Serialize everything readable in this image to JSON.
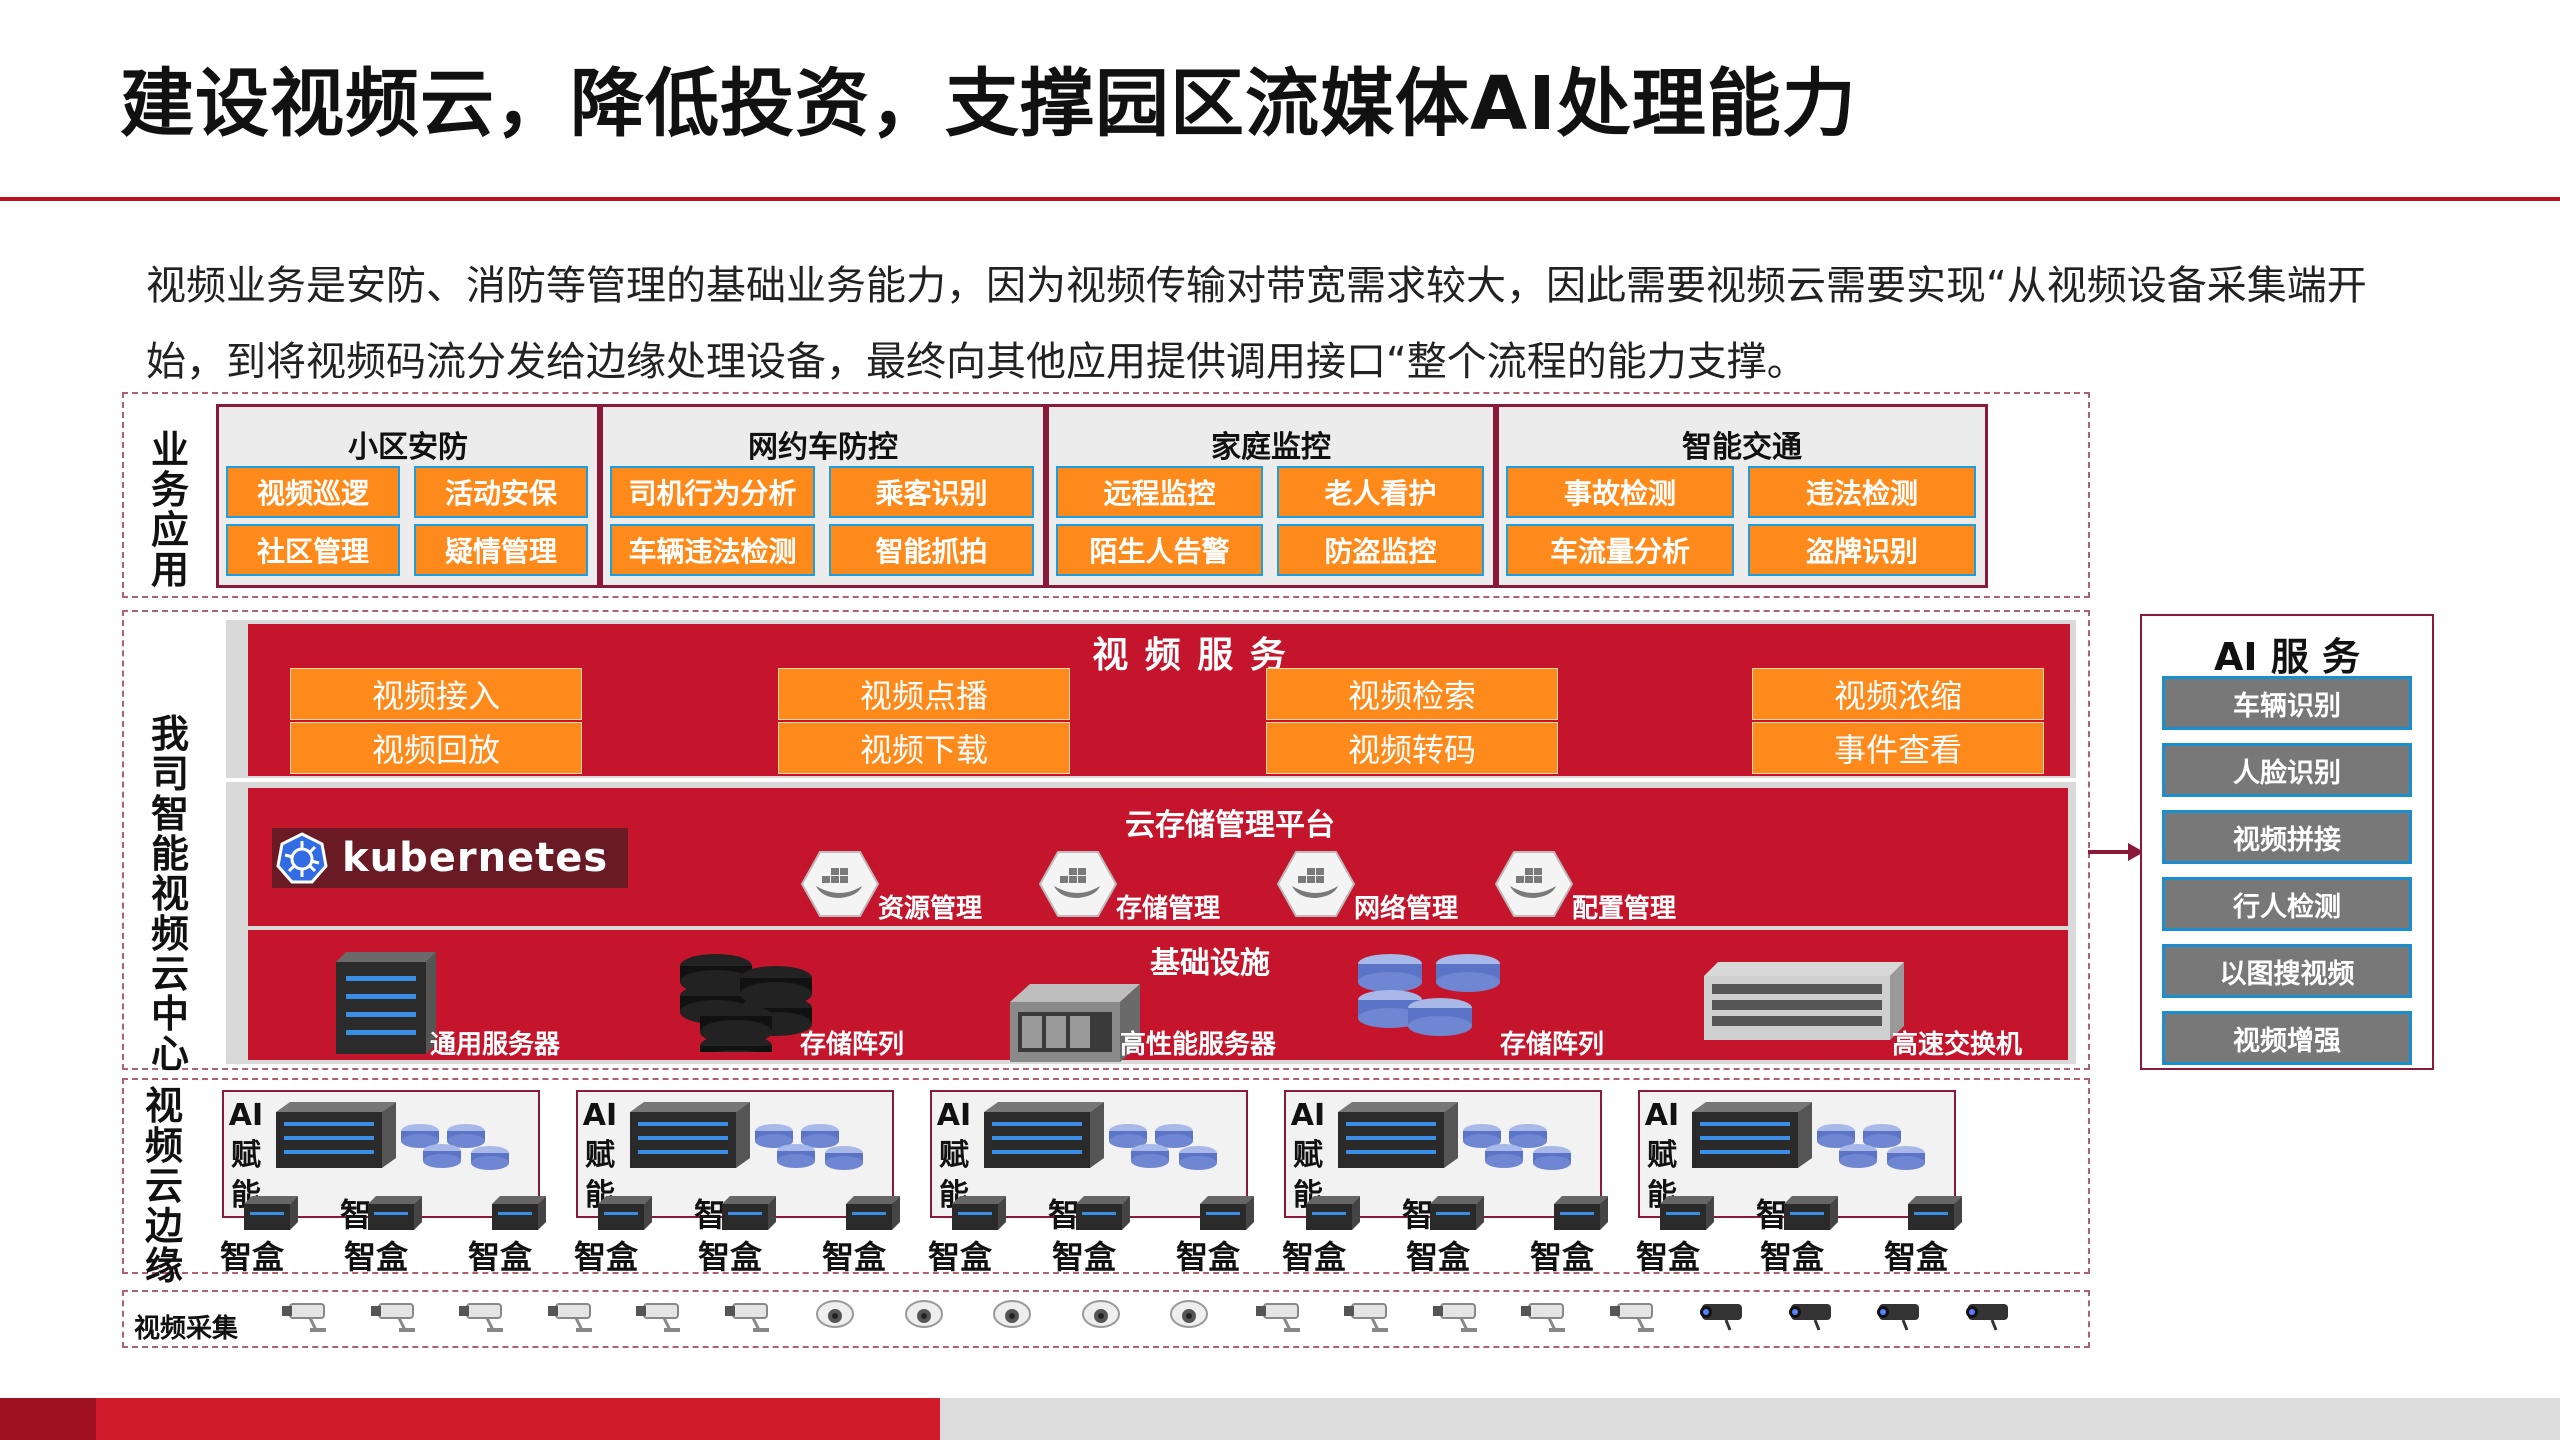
{
  "title": "建设视频云，降低投资，支撑园区流媒体AI处理能力",
  "description": "视频业务是安防、消防等管理的基础业务能力，因为视频传输对带宽需求较大，因此需要视频云需要实现“从视频设备采集端开始，到将视频码流分发给边缘处理设备，最终向其他应用提供调用接口“整个流程的能力支撑。",
  "layers": {
    "business": "业务应用",
    "center": "我司智能视频云中心",
    "edge": "视频云边缘",
    "capture": "视频采集"
  },
  "business_groups": [
    {
      "title": "小区安防",
      "items": [
        "视频巡逻",
        "活动安保",
        "社区管理",
        "疑情管理"
      ]
    },
    {
      "title": "网约车防控",
      "items": [
        "司机行为分析",
        "乘客识别",
        "车辆违法检测",
        "智能抓拍"
      ]
    },
    {
      "title": "家庭监控",
      "items": [
        "远程监控",
        "老人看护",
        "陌生人告警",
        "防盗监控"
      ]
    },
    {
      "title": "智能交通",
      "items": [
        "事故检测",
        "违法检测",
        "车流量分析",
        "盗牌识别"
      ]
    }
  ],
  "video_service": {
    "title": "视 频 服 务",
    "items": [
      [
        "视频接入",
        "视频回放"
      ],
      [
        "视频点播",
        "视频下载"
      ],
      [
        "视频检索",
        "视频转码"
      ],
      [
        "视频浓缩",
        "事件查看"
      ]
    ]
  },
  "cloud_storage": {
    "title": "云存储管理平台",
    "logo": "kubernetes",
    "items": [
      "资源管理",
      "存储管理",
      "网络管理",
      "配置管理"
    ]
  },
  "infrastructure": {
    "title": "基础设施",
    "items": [
      "通用服务器",
      "存储阵列",
      "高性能服务器",
      "存储阵列",
      "高速交换机"
    ]
  },
  "ai_service": {
    "title": "AI 服 务",
    "items": [
      "车辆识别",
      "人脸识别",
      "视频拼接",
      "行人检测",
      "以图搜视频",
      "视频增强"
    ]
  },
  "edge": {
    "ai_label": [
      "AI",
      "赋",
      "能"
    ],
    "hidden_label": "智  盒",
    "box_label": "智盒",
    "node_count": 5
  },
  "cameras": [
    "bullet",
    "bullet",
    "bullet",
    "bullet",
    "bullet",
    "bullet",
    "dome",
    "dome",
    "dome",
    "dome",
    "dome",
    "bullet",
    "bullet",
    "bullet",
    "bullet",
    "bullet",
    "dark",
    "dark",
    "dark",
    "dark"
  ],
  "colors": {
    "accent": "#c4152c",
    "orange": "#ff8a1c",
    "service_gray": "#787878",
    "border_blue": "#1a8fd0"
  }
}
